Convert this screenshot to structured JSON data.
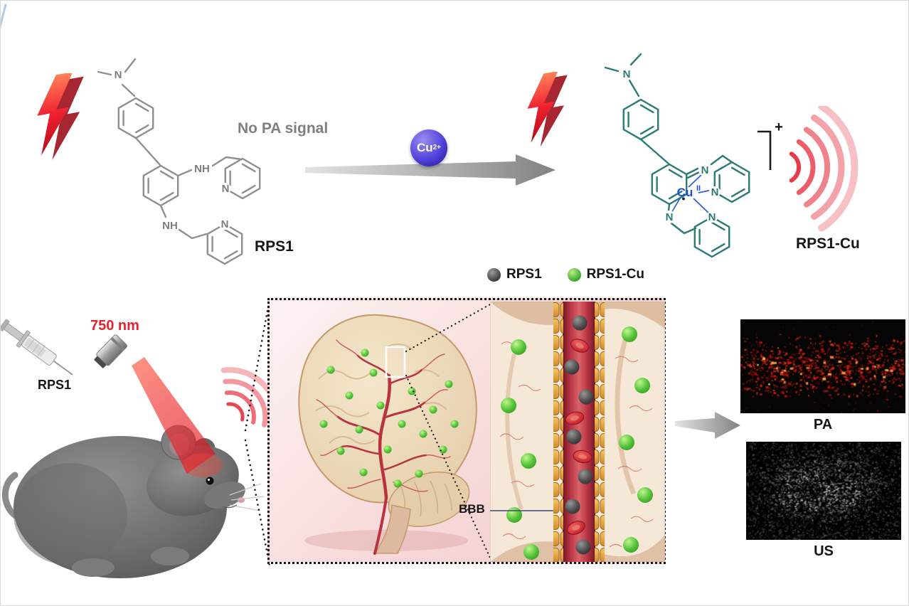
{
  "top": {
    "no_pa_signal": "No PA signal",
    "rps1": {
      "label": "RPS1",
      "amine_n": "N",
      "nh1": "NH",
      "nh2": "NH",
      "py1_n": "N",
      "py2_n": "N"
    },
    "arrow": {
      "cu": "Cu",
      "charge": "2+"
    },
    "rps1cu": {
      "label": "RPS1-Cu",
      "amine_n": "N",
      "imine_n": "N",
      "amide_n": "N",
      "py1_n": "N",
      "py2_n": "N",
      "metal": "Cu",
      "oxidation": "II",
      "charge": "+",
      "radical": "•"
    }
  },
  "legend": {
    "items": [
      {
        "label": "RPS1",
        "color": "#3f3f3f"
      },
      {
        "label": "RPS1-Cu",
        "color": "#3db32f"
      }
    ]
  },
  "scene": {
    "syringe_label": "RPS1",
    "laser": "750 nm",
    "bbb": "BBB"
  },
  "outputs": [
    {
      "label": "PA"
    },
    {
      "label": "US"
    }
  ],
  "colors": {
    "rps1_structure": "#8f8f8f",
    "rps1cu_structure": "#2c7a77",
    "copper_text_blue": "#1d4fd8",
    "signal_red": "#e5303e",
    "cu_ion_sphere": "#5243db",
    "rps1_sphere": "#3f3f3f",
    "rps1cu_sphere": "#3db32f",
    "bbb_wall_orange": "#e0a23b",
    "panel_pink": "#f9dede"
  }
}
